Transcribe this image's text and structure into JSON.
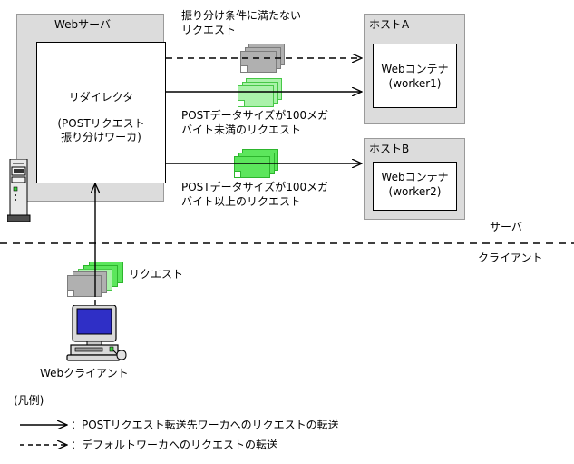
{
  "diagram": {
    "title_hidden": "",
    "server_zone": {
      "label": "サーバ",
      "webserver_box_label": "Webサーバ",
      "redirector": {
        "line1": "リダイレクタ",
        "line2": "(POSTリクエスト",
        "line3": "振り分けワーカ)"
      },
      "hosts": [
        {
          "name": "host-a",
          "label": "ホストA",
          "container_line1": "Webコンテナ",
          "container_line2": "(worker1)"
        },
        {
          "name": "host-b",
          "label": "ホストB",
          "container_line1": "Webコンテナ",
          "container_line2": "(worker2)"
        }
      ]
    },
    "client_zone": {
      "label": "クライアント",
      "request_stack_label": "リクエスト",
      "client_label": "Webクライアント"
    },
    "flows": [
      {
        "name": "default-worker-flow",
        "style": "dashed",
        "icon": "gray-document-stack",
        "label_line1": "振り分け条件に満たない",
        "label_line2": "リクエスト"
      },
      {
        "name": "small-post-flow",
        "style": "solid",
        "icon": "pale-green-document-stack",
        "label_line1": "POSTデータサイズが100メガ",
        "label_line2": "バイト未満のリクエスト"
      },
      {
        "name": "large-post-flow",
        "style": "solid",
        "icon": "green-document-stack",
        "label_line1": "POSTデータサイズが100メガ",
        "label_line2": "バイト以上のリクエスト"
      }
    ],
    "legend": {
      "title": "(凡例)",
      "entries": [
        {
          "name": "solid-arrow-legend",
          "style": "solid",
          "text": "：POSTリクエスト転送先ワーカへのリクエストの転送"
        },
        {
          "name": "dashed-arrow-legend",
          "style": "dashed",
          "text": "：デフォルトワーカへのリクエストの転送"
        }
      ]
    },
    "colors": {
      "gray_doc": "#b0b0b0",
      "pale_green_doc": "#aaf2aa",
      "green_doc": "#5ce65c",
      "box_fill": "#dcdcdc",
      "screen": "#2222bb",
      "line": "#000000"
    }
  }
}
